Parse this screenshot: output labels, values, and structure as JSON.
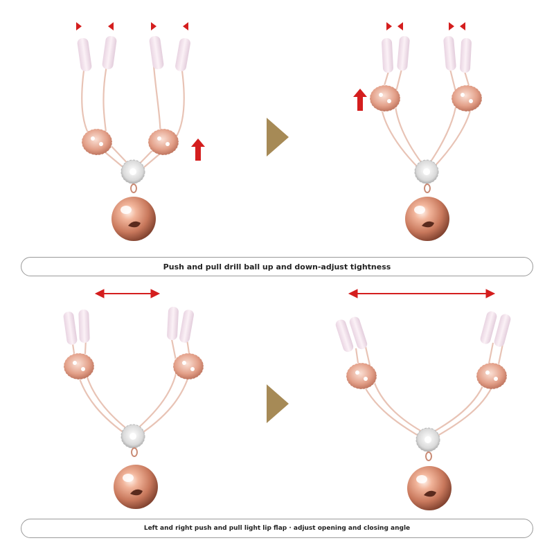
{
  "captions": {
    "top": "Push and pull drill ball up and down-adjust tightness",
    "bottom": "Left and right push and pull light lip flap · adjust opening and closing angle"
  },
  "colors": {
    "accent_red": "#d41e1e",
    "next_arrow": "#a68a56",
    "rose_gold": "#e7a58a",
    "wire": "#e8c3b5",
    "tip": "#f4e4ec"
  },
  "panels": [
    {
      "name": "panel-top-left",
      "indicator": "inward-arrows-and-up-arrow"
    },
    {
      "name": "panel-top-right",
      "indicator": "inward-arrows-and-up-arrow"
    },
    {
      "name": "panel-bottom-left",
      "indicator": "double-headed-horizontal-arrow"
    },
    {
      "name": "panel-bottom-right",
      "indicator": "double-headed-horizontal-arrow"
    }
  ]
}
